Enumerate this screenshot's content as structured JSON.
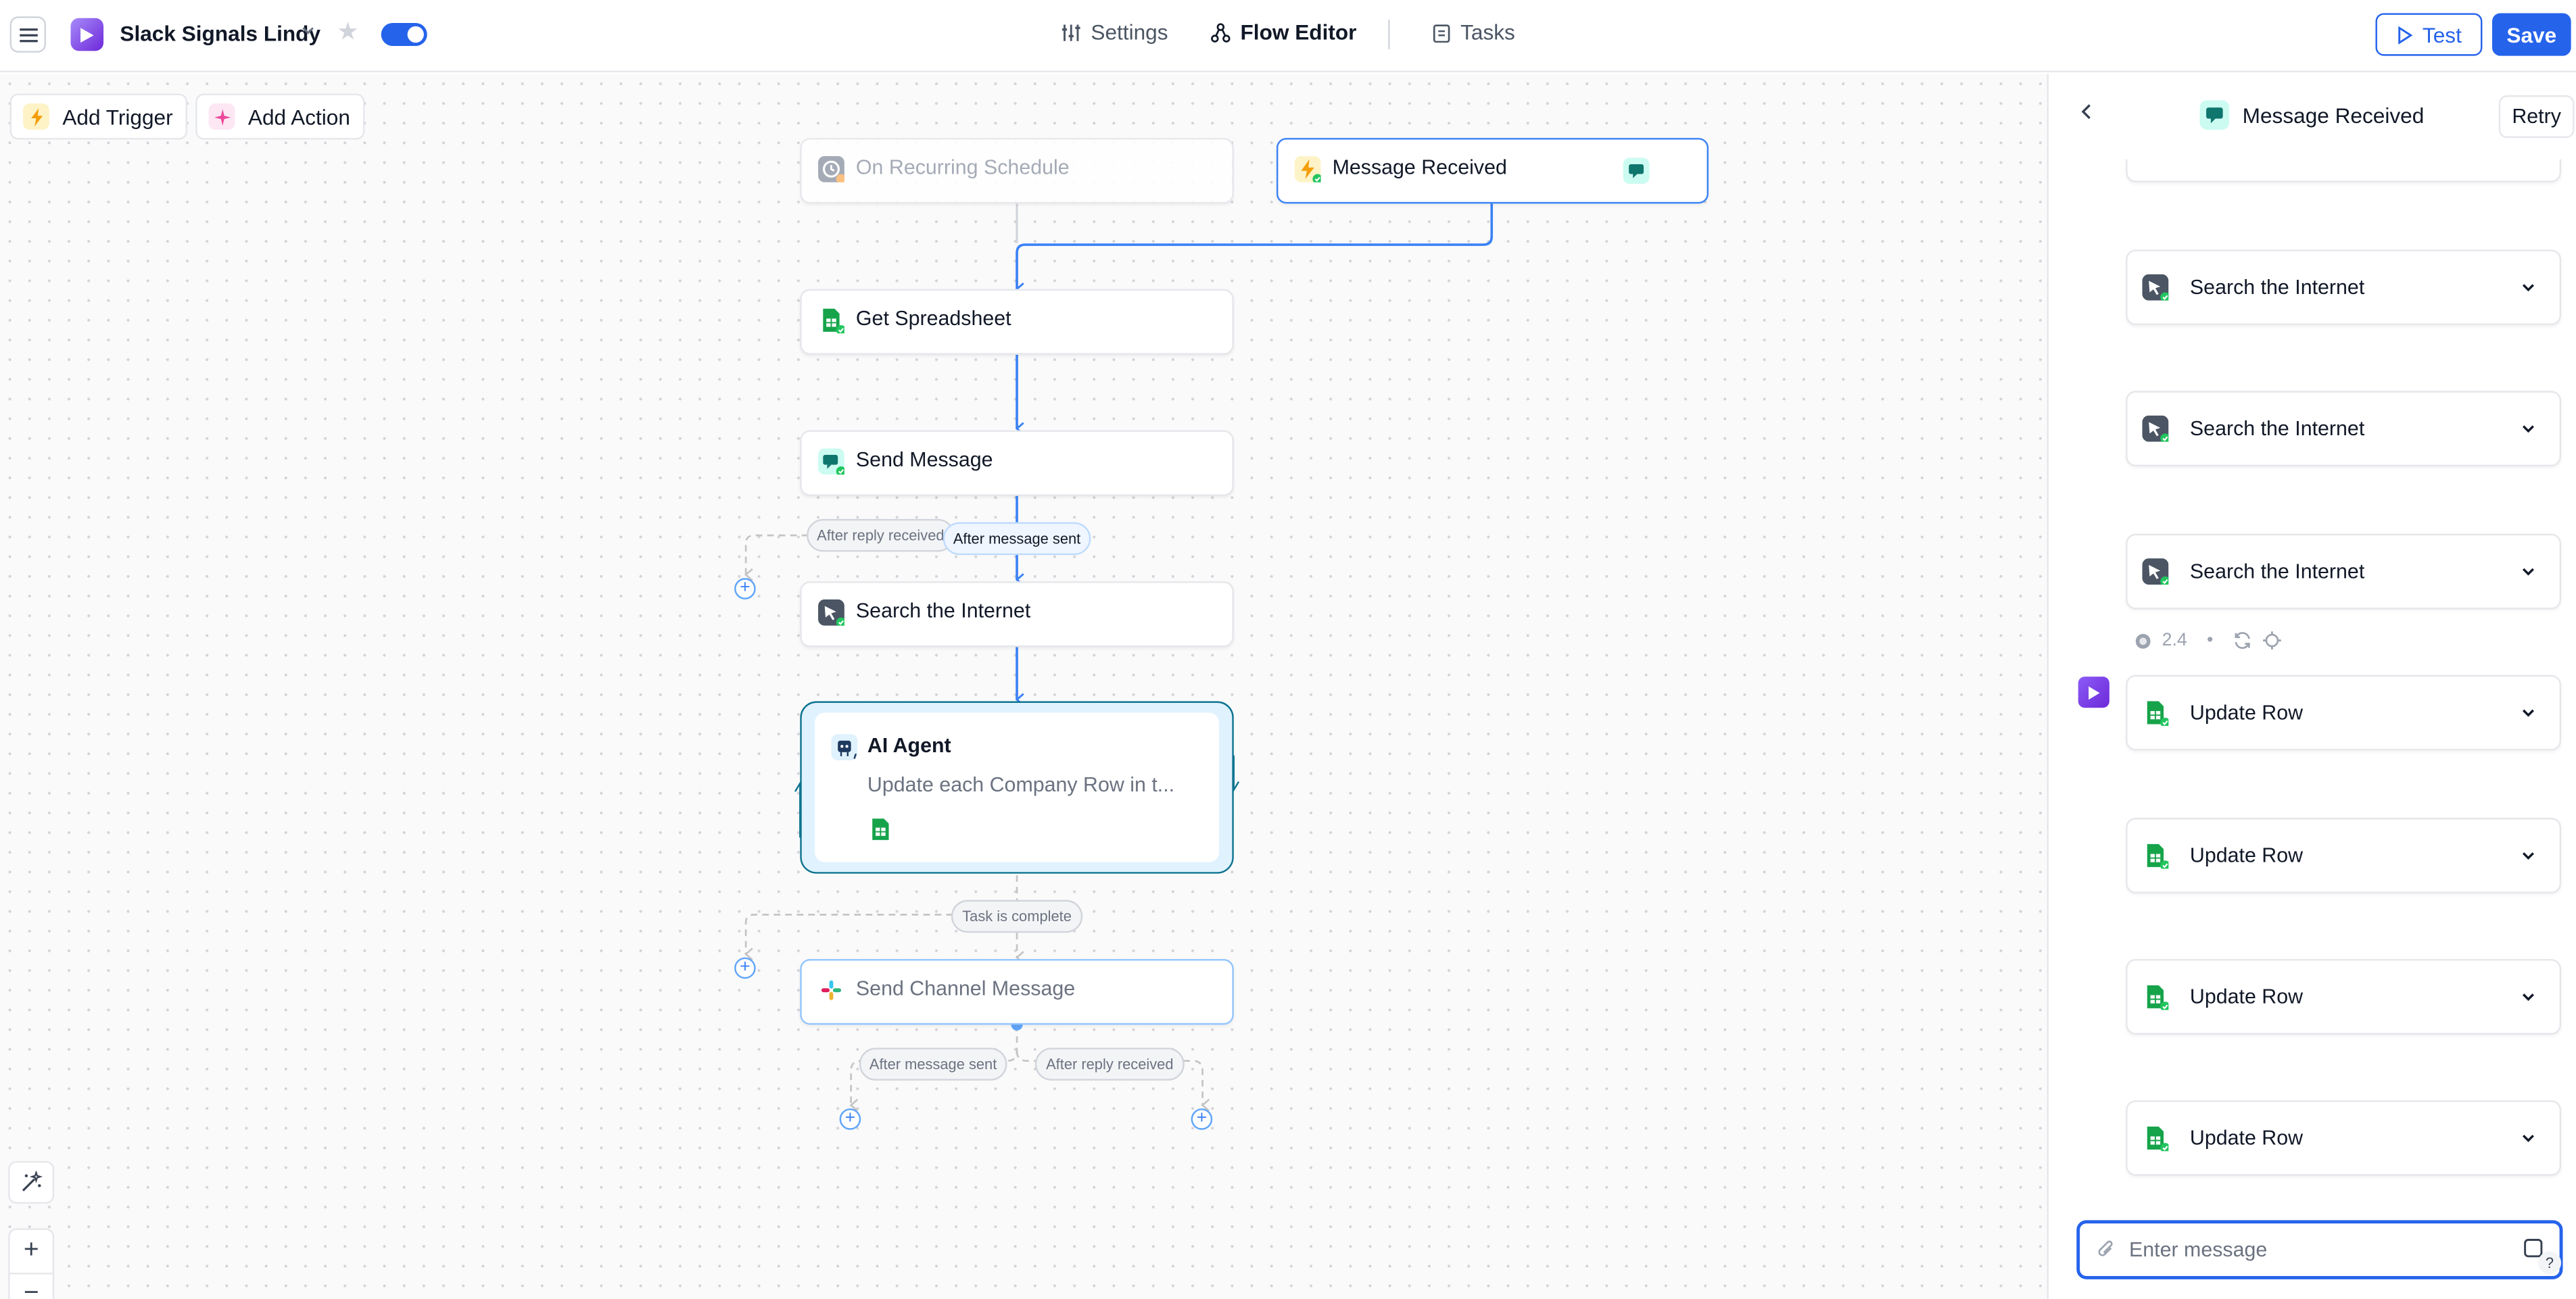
{
  "app": {
    "title": "Slack Signals Lindy",
    "nav": [
      {
        "label": "Settings",
        "icon": "sliders-icon"
      },
      {
        "label": "Flow Editor",
        "icon": "flow-icon"
      },
      {
        "label": "Tasks",
        "icon": "clipboard-icon"
      }
    ],
    "test_label": "Test",
    "save_label": "Save"
  },
  "canvas": {
    "add_trigger_label": "Add Trigger",
    "add_action_label": "Add Action",
    "nodes": {
      "recurring": "On Recurring Schedule",
      "message_received": "Message Received",
      "get_spreadsheet": "Get Spreadsheet",
      "send_message": "Send Message",
      "search_internet": "Search the Internet",
      "ai_agent": "AI Agent",
      "ai_agent_desc": "Update each Company Row in t...",
      "send_channel": "Send Channel Message"
    },
    "edge_labels": {
      "after_reply_1": "After reply received",
      "after_sent_1": "After message sent",
      "task_complete": "Task is complete",
      "after_sent_2": "After message sent",
      "after_reply_2": "After reply received"
    }
  },
  "panel": {
    "title": "Message Received",
    "retry_label": "Retry",
    "steps": [
      {
        "label": "Search the Internet",
        "icon": "globe-icon"
      },
      {
        "label": "Search the Internet",
        "icon": "globe-icon"
      },
      {
        "label": "Search the Internet",
        "icon": "globe-icon"
      },
      {
        "label": "Update Row",
        "icon": "sheets-icon"
      },
      {
        "label": "Update Row",
        "icon": "sheets-icon"
      },
      {
        "label": "Update Row",
        "icon": "sheets-icon"
      },
      {
        "label": "Update Row",
        "icon": "sheets-icon"
      }
    ],
    "cost": "2.4",
    "message_placeholder": "Enter message"
  },
  "colors": {
    "accent": "#2563eb",
    "edge": "#3b82f6",
    "ai_border": "#0e7490",
    "success": "#22c55e",
    "sheets": "#16a34a"
  }
}
